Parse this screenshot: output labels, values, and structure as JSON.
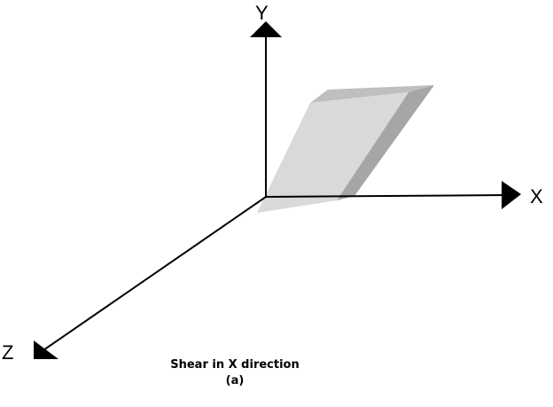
{
  "diagram": {
    "axes": {
      "y_label": "Y",
      "x_label": "X",
      "z_label": "Z"
    },
    "caption": {
      "title": "Shear in X direction",
      "subtitle": "(a)"
    },
    "colors": {
      "axis": "#000000",
      "face_front": "#d9d9d9",
      "face_top": "#bfbfbf",
      "face_side": "#a6a6a6",
      "background": "#ffffff"
    }
  }
}
